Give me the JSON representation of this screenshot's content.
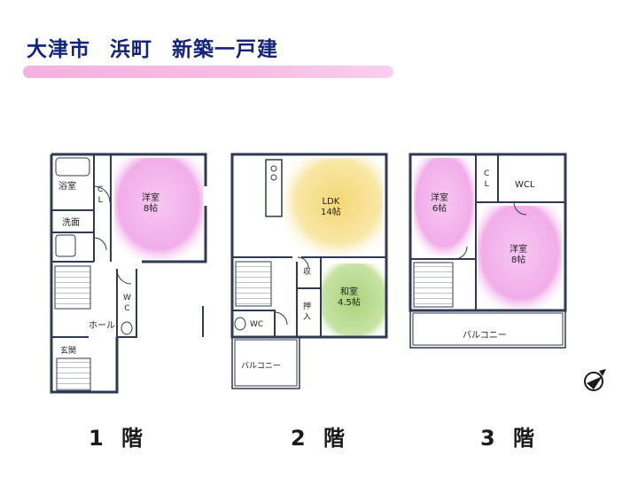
{
  "title": {
    "city": "大津市",
    "town": "浜町",
    "type": "新築一戸建"
  },
  "floors": {
    "f1": "1 階",
    "f2": "2 階",
    "f3": "3 階"
  },
  "rooms": {
    "f1_yoshitsu": "洋室\n8帖",
    "f1_yokushitsu": "浴室",
    "f1_senmen": "洗面",
    "f1_cl": "C\nL",
    "f1_wc": "W\nC",
    "f1_hall": "ホール",
    "f1_genkan": "玄関",
    "f2_ldk": "LDK\n14帖",
    "f2_washitsu": "和室\n4.5帖",
    "f2_shu": "収",
    "f2_oshiire": "押\n入",
    "f2_wc": "WC",
    "f2_balcony": "バルコニー",
    "f3_yoshitsu6": "洋室\n6帖",
    "f3_yoshitsu8": "洋室\n8帖",
    "f3_cl": "C\nL",
    "f3_wcl": "WCL",
    "f3_balcony": "バルコニー"
  },
  "colors": {
    "title": "#14237a",
    "brush": "#f4b0df",
    "pink": "#f3b2ee",
    "yellow": "#f7e08a",
    "green": "#b6d98c",
    "wall": "#2f3a52"
  }
}
